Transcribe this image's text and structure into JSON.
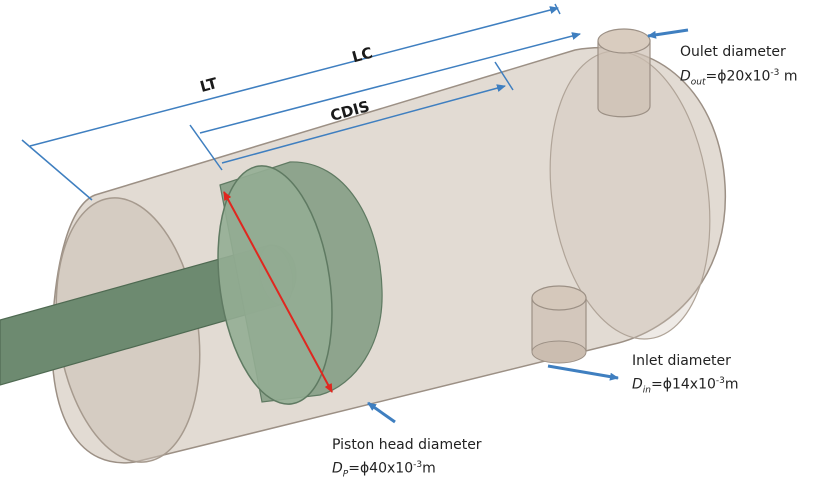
{
  "colors": {
    "cylinder_fill": "#d8cfc4",
    "cylinder_stroke": "#9c9085",
    "piston": "#7f9a80",
    "piston_dark": "#5f7a62",
    "dimension_lines": "#3f7fc0",
    "diameter_arrow": "#e0271f"
  },
  "dimensions": {
    "lt": "LT",
    "lc": "LC",
    "cdis": "CDIS"
  },
  "outlet": {
    "label": "Oulet diameter",
    "symbol": "D",
    "subscript": "out",
    "formula": "=ϕ20x10",
    "exponent": "-3",
    "unit": " m"
  },
  "inlet": {
    "label": "Inlet diameter",
    "symbol": "D",
    "subscript": "in",
    "formula": "=ϕ14x10",
    "exponent": "-3",
    "unit": "m"
  },
  "piston_head": {
    "label": "Piston head diameter",
    "symbol": "D",
    "subscript": "P",
    "formula": "=ϕ40x10",
    "exponent": "-3",
    "unit": "m"
  }
}
